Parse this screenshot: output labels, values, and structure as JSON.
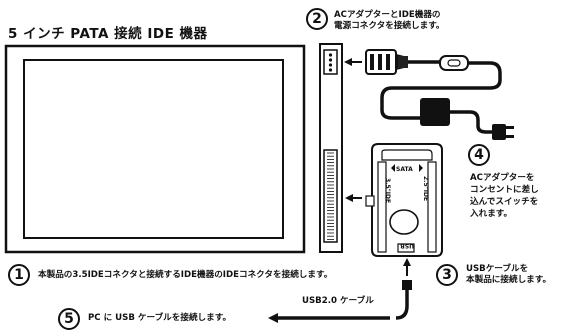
{
  "title": "5 インチ PATA 接続 IDE 機器",
  "steps": [
    {
      "num": "1",
      "text": "本製品の3.5IDEコネクタと接続するIDE機器のIDEコネクタを接続します。"
    },
    {
      "num": "2",
      "line1": "ACアダプターとIDE機器の",
      "line2": "電源コネクタを接続します。"
    },
    {
      "num": "3",
      "line1": "USBケーブルを",
      "line2": "本製品に接続します。"
    },
    {
      "num": "4",
      "line1": "ACアダプターを",
      "line2": "コンセントに差し",
      "line3": "込んでスイッチを",
      "line4": "入れます。"
    },
    {
      "num": "5",
      "text": "PC に USB ケーブルを接続します。"
    }
  ],
  "cable_label": "USB2.0 ケーブル",
  "adapter_labels": {
    "sata": "SATA",
    "ide35": "3.5\"IDE",
    "ide25": "2.5\"IDE",
    "usb": "USB"
  }
}
